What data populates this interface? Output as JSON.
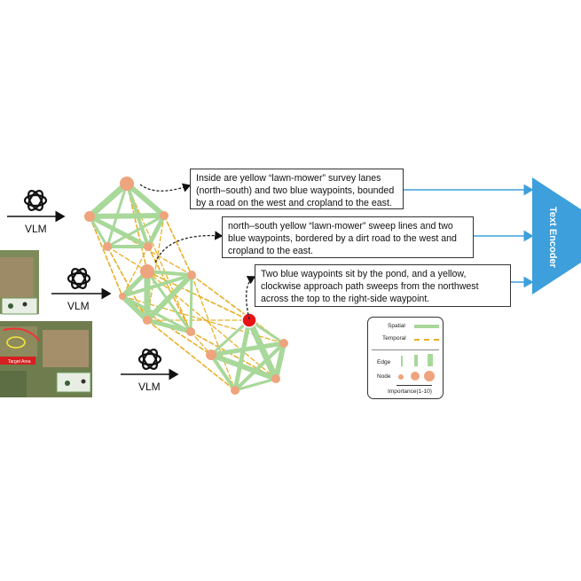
{
  "vlm_labels": [
    "VLM",
    "VLM",
    "VLM"
  ],
  "descriptions": [
    "Inside are yellow “lawn-mower” survey lanes (north–south) and two blue waypoints, bounded by a road on the west and cropland to the east.",
    "north–south yellow “lawn-mower” sweep lines and two blue waypoints, bordered by a dirt road to the west and cropland to the east.",
    "Two blue waypoints sit by the pond, and a yellow, clockwise approach path sweeps from the northwest across the top to the right-side waypoint."
  ],
  "map_badge": "Target Area",
  "encoder": {
    "line1": "Text",
    "line2": "Encoder"
  },
  "legend": {
    "spatial": "Spatial",
    "temporal": "Temporal",
    "edge": "Edge",
    "node": "Node",
    "importance": "Importance(1-10)"
  },
  "colors": {
    "spatial_edge": "#a8d89a",
    "temporal_edge": "#e8b02a",
    "node": "#eea47d",
    "highlight_node": "#e81414",
    "encoder": "#3d9fdb"
  },
  "icons": [
    "openai-logo-icon",
    "openai-logo-icon",
    "openai-logo-icon"
  ]
}
